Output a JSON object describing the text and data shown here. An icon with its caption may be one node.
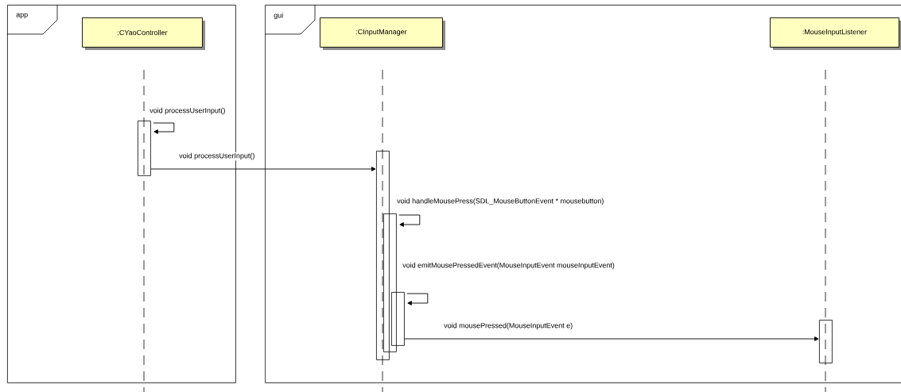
{
  "diagram": {
    "nodes": [
      {
        "text": [
          "app"
        ]
      },
      {
        "text": [
          ":CYaoController"
        ],
        "in": 0
      },
      {
        "text": [],
        "shape": "bar",
        "in": 0
      },
      {
        "text": [
          "gui"
        ]
      },
      {
        "text": [
          ":CInputManager"
        ],
        "in": 3
      },
      {
        "text": [
          ":MouseInputListener"
        ],
        "in": 3
      },
      {
        "text": [],
        "shape": "bar",
        "in": 3
      },
      {
        "text": [],
        "shape": "bar",
        "in": 3
      },
      {
        "text": [],
        "shape": "bar",
        "in": 3
      },
      {
        "text": [],
        "shape": "bar",
        "in": 3
      }
    ],
    "edges": [
      {
        "from": 2,
        "to": 2,
        "arrow": "to",
        "label": "void processUserInput()"
      },
      {
        "from": 2,
        "to": 6,
        "arrow": "to",
        "label": "void processUserInput()"
      },
      {
        "from": 6,
        "to": 7,
        "arrow": "to",
        "label": "void handleMousePress(SDL_MouseButtonEvent * mousebutton)"
      },
      {
        "from": 7,
        "to": 8,
        "arrow": "to",
        "label": "void emitMousePressedEvent(MouseInputEvent mouseInputEvent)"
      },
      {
        "from": 8,
        "to": 9,
        "arrow": "to",
        "label": "void mousePressed(MouseInputEvent e)"
      }
    ]
  }
}
